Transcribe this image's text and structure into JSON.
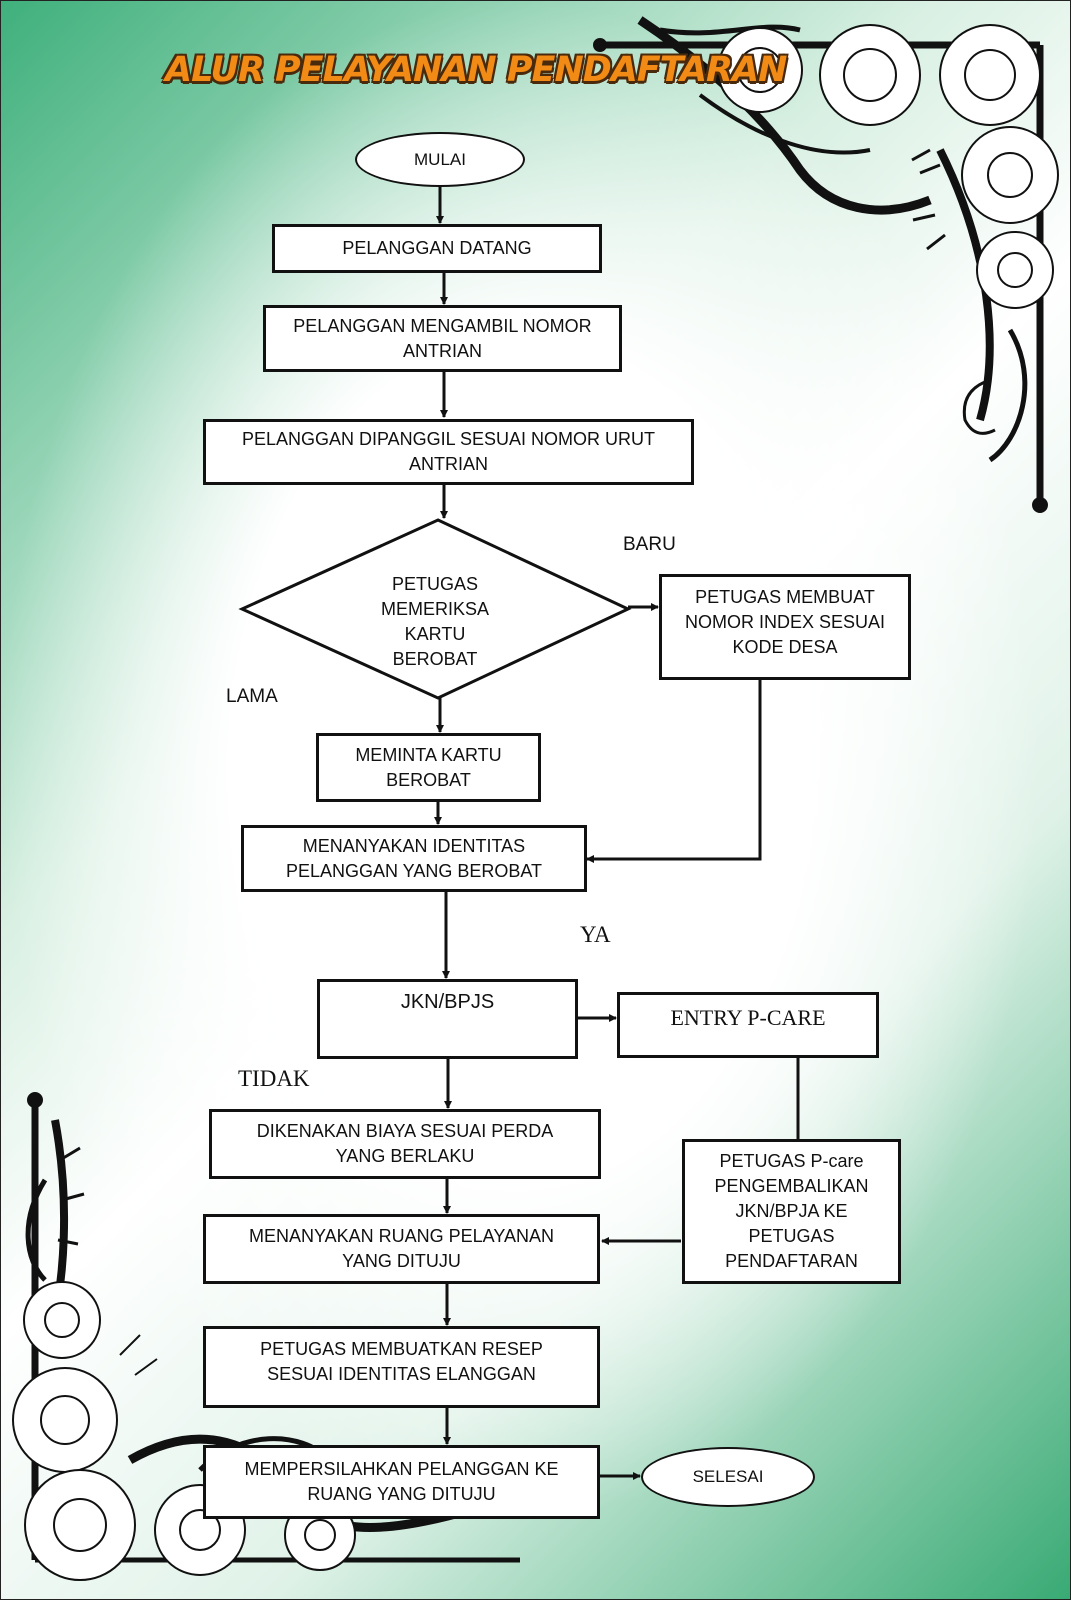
{
  "title": "ALUR PELAYANAN PENDAFTARAN",
  "nodes": {
    "mulai": "MULAI",
    "datang": "PELANGGAN DATANG",
    "ambil_nomor": "PELANGGAN MENGAMBIL NOMOR\nANTRIAN",
    "dipanggil": "PELANGGAN DIPANGGIL SESUAI NOMOR URUT\nANTRIAN",
    "periksa": "PETUGAS\nMEMERIKSA\nKARTU\nBEROBAT",
    "buat_index": "PETUGAS  MEMBUAT\nNOMOR INDEX SESUAI\nKODE DESA",
    "minta_kartu": "MEMINTA KARTU\nBEROBAT",
    "identitas": "MENANYAKAN IDENTITAS\nPELANGGAN YANG BEROBAT",
    "jkn": "JKN/BPJS",
    "entry_pcare": "ENTRY P-CARE",
    "biaya": "DIKENAKAN BIAYA SESUAI PERDA\nYANG BERLAKU",
    "pcare_kembali": "PETUGAS P-care\nPENGEMBALIKAN\nJKN/BPJA KE\nPETUGAS\nPENDAFTARAN",
    "ruang": "MENANYAKAN RUANG PELAYANAN\nYANG DITUJU",
    "resep": "PETUGAS MEMBUATKAN RESEP\nSESUAI IDENTITAS ELANGGAN",
    "persilahkan": "MEMPERSILAHKAN PELANGGAN KE\nRUANG YANG DITUJU",
    "selesai": "SELESAI"
  },
  "labels": {
    "baru": "BARU",
    "lama": "LAMA",
    "ya": "YA",
    "tidak": "TIDAK"
  },
  "colors": {
    "title": "#f28a16",
    "background_green": "#3fb07c"
  }
}
